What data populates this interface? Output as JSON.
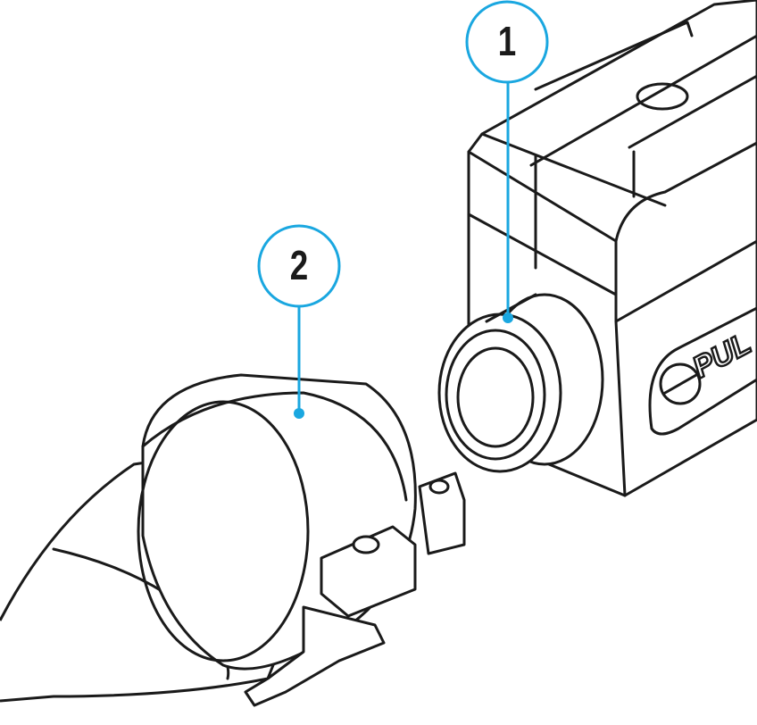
{
  "callouts": [
    {
      "number": "1",
      "target": "device-lens"
    },
    {
      "number": "2",
      "target": "adapter"
    }
  ],
  "brand_text": "PUL",
  "colors": {
    "callout": "#1aa7e0",
    "line": "#1a1a1a",
    "background": "#ffffff"
  }
}
